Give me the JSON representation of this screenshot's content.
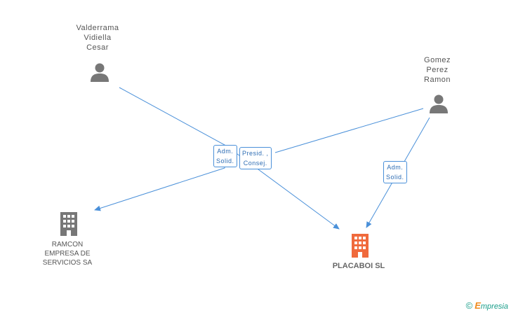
{
  "colors": {
    "edge": "#4a90d9",
    "person_icon": "#777777",
    "company_icon": "#777777",
    "main_company_icon": "#f06a3c"
  },
  "persons": [
    {
      "id": "p1",
      "lines": [
        "Valderrama",
        "Vidiella",
        "Cesar"
      ],
      "icon": "person-icon"
    },
    {
      "id": "p2",
      "lines": [
        "Gomez",
        "Perez",
        "Ramon"
      ],
      "icon": "person-icon"
    }
  ],
  "companies": [
    {
      "id": "c1",
      "lines": [
        "RAMCON",
        "EMPRESA DE",
        "SERVICIOS SA"
      ],
      "icon": "building-icon"
    },
    {
      "id": "c2",
      "lines": [
        "PLACABOI SL"
      ],
      "icon": "building-icon",
      "main": true
    }
  ],
  "edge_labels": [
    {
      "id": "e1",
      "lines": [
        "Adm.",
        "Solid."
      ]
    },
    {
      "id": "e2",
      "lines": [
        "Presid. ,",
        "Consej."
      ]
    },
    {
      "id": "e3",
      "lines": [
        "Adm.",
        "Solid."
      ]
    }
  ],
  "footer": {
    "copyright_symbol": "©",
    "brand_initial": "E",
    "brand_rest": "mpresia"
  }
}
